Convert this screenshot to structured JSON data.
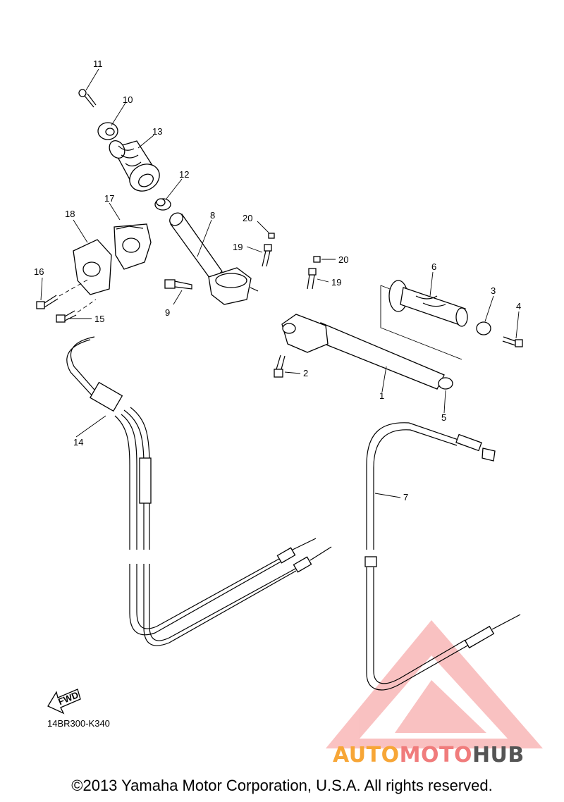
{
  "diagram": {
    "part_labels": [
      "1",
      "2",
      "3",
      "4",
      "5",
      "6",
      "7",
      "8",
      "9",
      "10",
      "11",
      "12",
      "13",
      "14",
      "15",
      "16",
      "17",
      "18",
      "19",
      "19",
      "20",
      "20"
    ],
    "fwd_label": "FWD",
    "diagram_code": "14BR300-K340",
    "copyright": "©2013 Yamaha Motor Corporation, U.S.A. All rights reserved."
  },
  "watermark": {
    "brand_part1": "AUTO",
    "brand_part2": "MOTO",
    "brand_part3": "HUB",
    "color_auto": "#f7a637",
    "color_moto": "#f07c7c",
    "color_hub": "#555555"
  }
}
